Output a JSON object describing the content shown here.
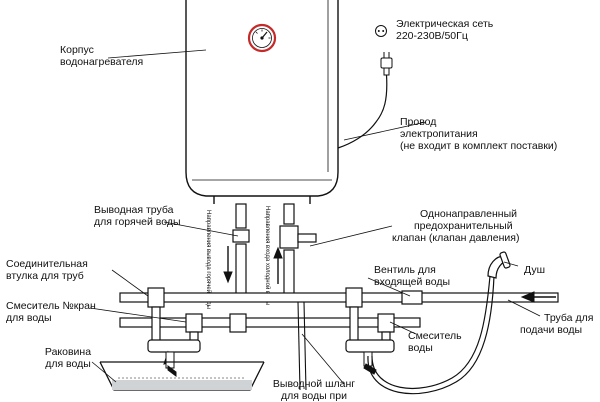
{
  "labels": {
    "heater_body": [
      "Корпус",
      "водонагревателя"
    ],
    "power_network": [
      "Электрическая сеть",
      "220-230В/50Гц"
    ],
    "power_cord": [
      "Провод",
      "электропитания",
      "(не входит в комплект поставки)"
    ],
    "hot_outlet_pipe": [
      "Выводная труба",
      "для горячей воды"
    ],
    "check_valve": [
      "Однонаправленный",
      "предохранительный",
      "клапан (клапан давления)"
    ],
    "connector_sleeve": [
      "Соединительная",
      "втулка для труб"
    ],
    "inlet_valve": [
      "Вентиль для",
      "входящей воды"
    ],
    "shower": "Душ",
    "mixer_faucet": [
      "Смеситель №кран",
      "для воды"
    ],
    "inlet_pipe": [
      "Труба для",
      "подачи воды"
    ],
    "mixer": [
      "Смеситель",
      "воды"
    ],
    "sink": [
      "Раковина",
      "для воды"
    ],
    "drain_hose": [
      "Выводной шланг",
      "для воды при"
    ],
    "hot_direction": "Направления вывода горячей воды",
    "cold_direction": "Направления входа холодной воды"
  },
  "icons": [
    "thermometer-dial-icon",
    "power-socket-icon",
    "power-plug-icon",
    "shower-head-icon",
    "flow-arrow-icon"
  ],
  "colors": {
    "line": "#111111",
    "background": "#ffffff"
  }
}
